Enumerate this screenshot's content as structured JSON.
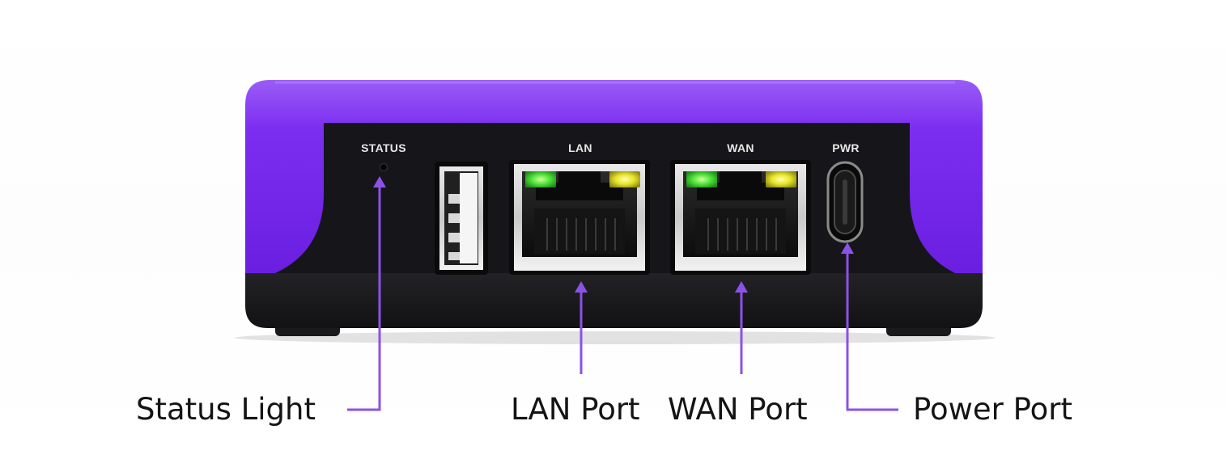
{
  "device": {
    "body_color": "#7b2ff2",
    "face_color": "#16161a",
    "panel_labels": {
      "status": "STATUS",
      "lan": "LAN",
      "wan": "WAN",
      "pwr": "PWR"
    }
  },
  "callouts": {
    "line_color": "#8b52e6",
    "status_light": "Status Light",
    "lan_port": "LAN Port",
    "wan_port": "WAN Port",
    "power_port": "Power Port"
  },
  "leds": {
    "link_color": "#4fe43a",
    "activity_color": "#e8e52a"
  }
}
